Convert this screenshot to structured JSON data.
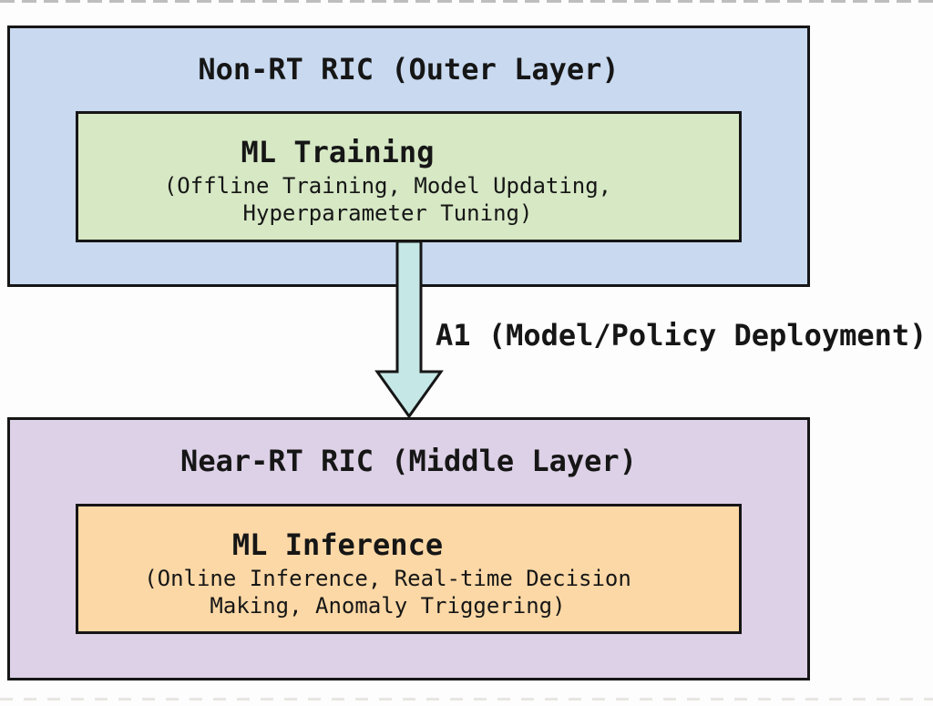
{
  "diagram": {
    "background": "#fdfdfd",
    "border_color": "#161616",
    "outer_top": {
      "title": "Non-RT RIC (Outer Layer)",
      "fill": "#c8d9f0",
      "inner": {
        "heading": "ML Training",
        "sub_line1": "(Offline Training, Model Updating,",
        "sub_line2": "Hyperparameter Tuning)",
        "fill": "#d6e8c4"
      }
    },
    "arrow": {
      "label": "A1 (Model/Policy Deployment)",
      "direction": "down",
      "fill": "#c5e8e6",
      "stroke": "#161616"
    },
    "outer_bottom": {
      "title": "Near-RT RIC (Middle Layer)",
      "fill": "#ddd1e7",
      "inner": {
        "heading": "ML Inference",
        "sub_line1": "(Online Inference, Real-time Decision",
        "sub_line2": "Making, Anomaly Triggering)",
        "fill": "#fcd8a6"
      }
    }
  }
}
